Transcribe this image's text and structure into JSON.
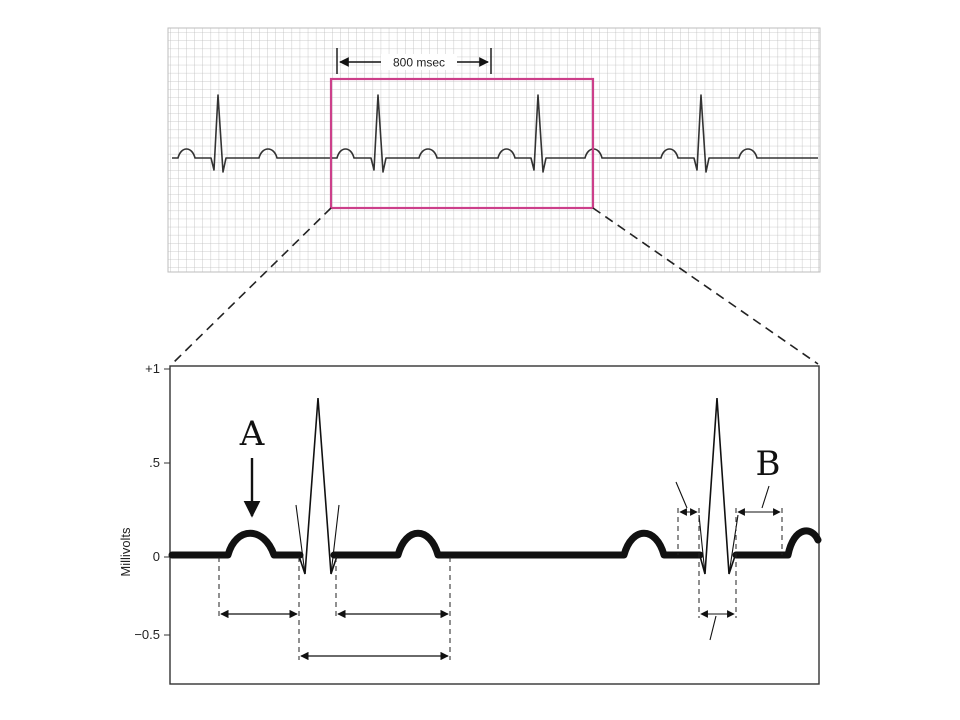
{
  "strip": {
    "interval_label": "800 msec",
    "grid_color": "#bdbdbd",
    "highlight_color": "#cc3f8a",
    "trace_color": "#333333"
  },
  "detail": {
    "y_axis_title": "Millivolts",
    "y_ticks": [
      "+1",
      ".5",
      "0",
      "−0.5"
    ],
    "callouts": {
      "a": "A",
      "b": "B"
    },
    "trace_color": "#111111"
  }
}
